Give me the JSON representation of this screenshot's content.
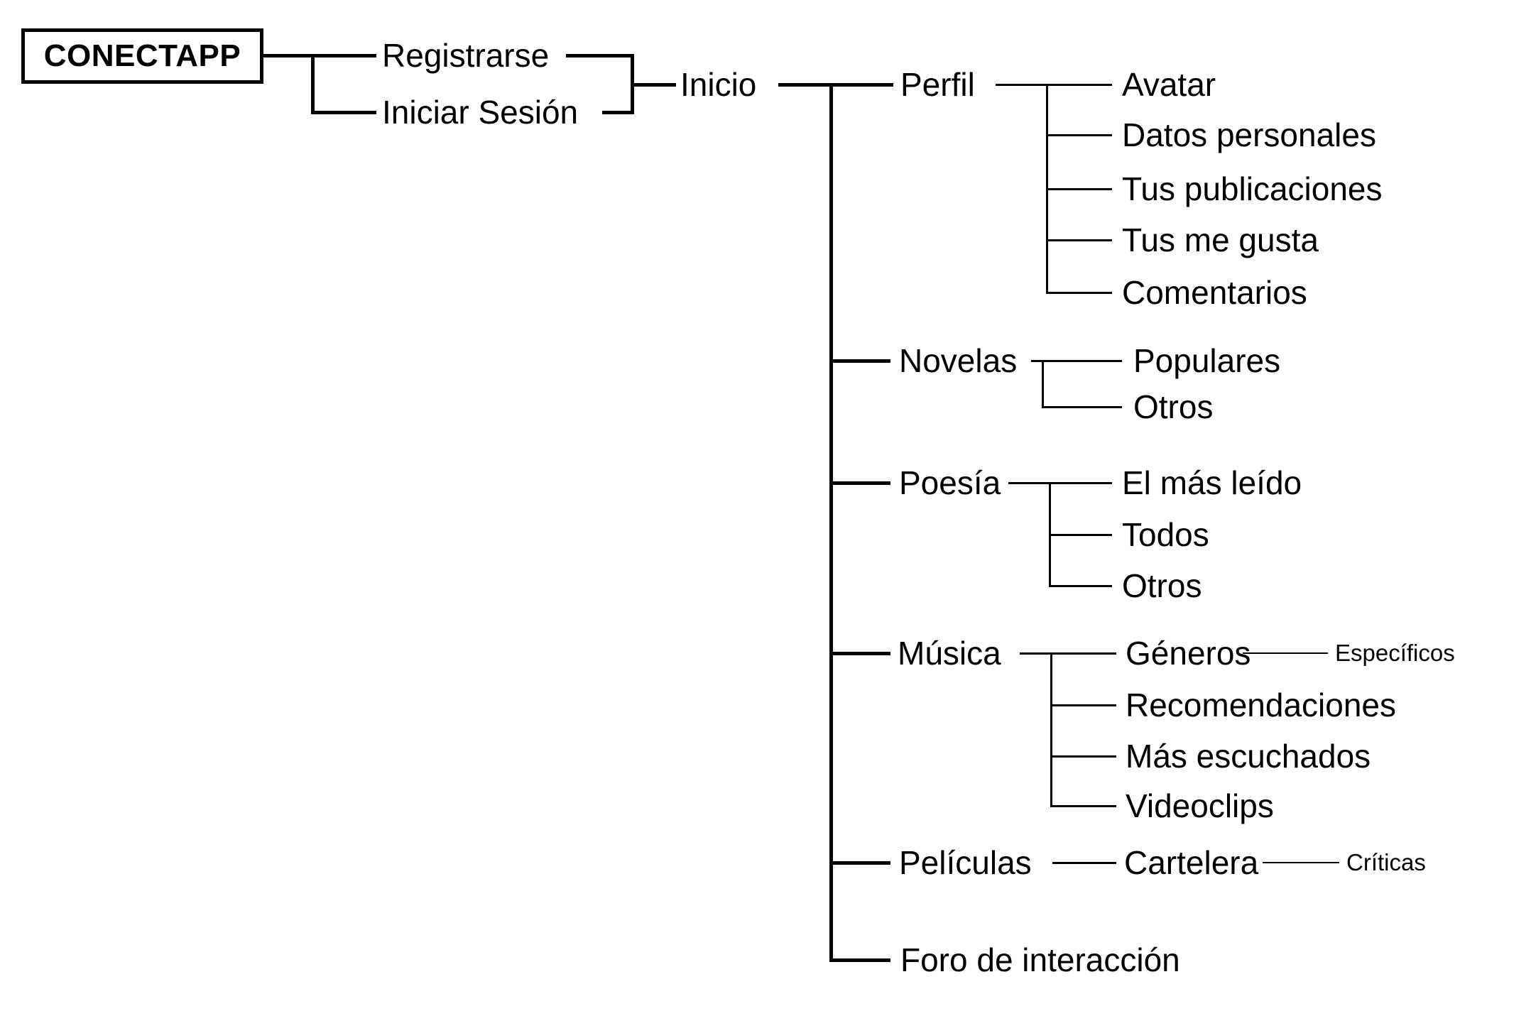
{
  "app": {
    "name": "CONECTAPP"
  },
  "auth": {
    "register": "Registrarse",
    "login": "Iniciar Sesión"
  },
  "home": {
    "label": "Inicio"
  },
  "sections": [
    {
      "label": "Perfil",
      "children": [
        "Avatar",
        "Datos personales",
        "Tus publicaciones",
        "Tus me gusta",
        "Comentarios"
      ]
    },
    {
      "label": "Novelas",
      "children": [
        "Populares",
        "Otros"
      ]
    },
    {
      "label": "Poesía",
      "children": [
        "El más leído",
        "Todos",
        "Otros"
      ]
    },
    {
      "label": "Música",
      "children": [
        "Géneros",
        "Recomendaciones",
        "Más escuchados",
        "Videoclips"
      ],
      "grandchild": "Específicos"
    },
    {
      "label": "Películas",
      "children": [
        "Cartelera"
      ],
      "grandchild": "Críticas"
    },
    {
      "label": "Foro de interacción",
      "children": []
    }
  ],
  "colors": {
    "background": "#ffffff",
    "line": "#000000",
    "text": "#000000"
  }
}
